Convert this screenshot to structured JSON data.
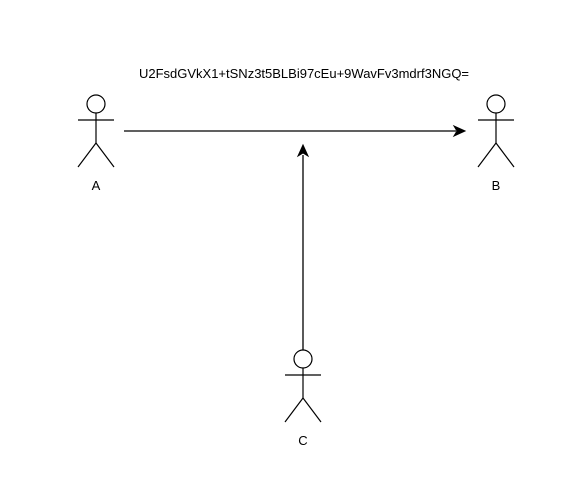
{
  "diagram": {
    "message": "U2FsdGVkX1+tSNz3t5BLBi97cEu+9WavFv3mdrf3NGQ=",
    "actors": {
      "a": {
        "label": "A"
      },
      "b": {
        "label": "B"
      },
      "c": {
        "label": "C"
      }
    },
    "edges": [
      {
        "from": "A",
        "to": "B",
        "label": "U2FsdGVkX1+tSNz3t5BLBi97cEu+9WavFv3mdrf3NGQ="
      },
      {
        "from": "C",
        "to": "A-B edge",
        "label": ""
      }
    ],
    "colors": {
      "stroke": "#000000",
      "background": "#ffffff"
    }
  }
}
